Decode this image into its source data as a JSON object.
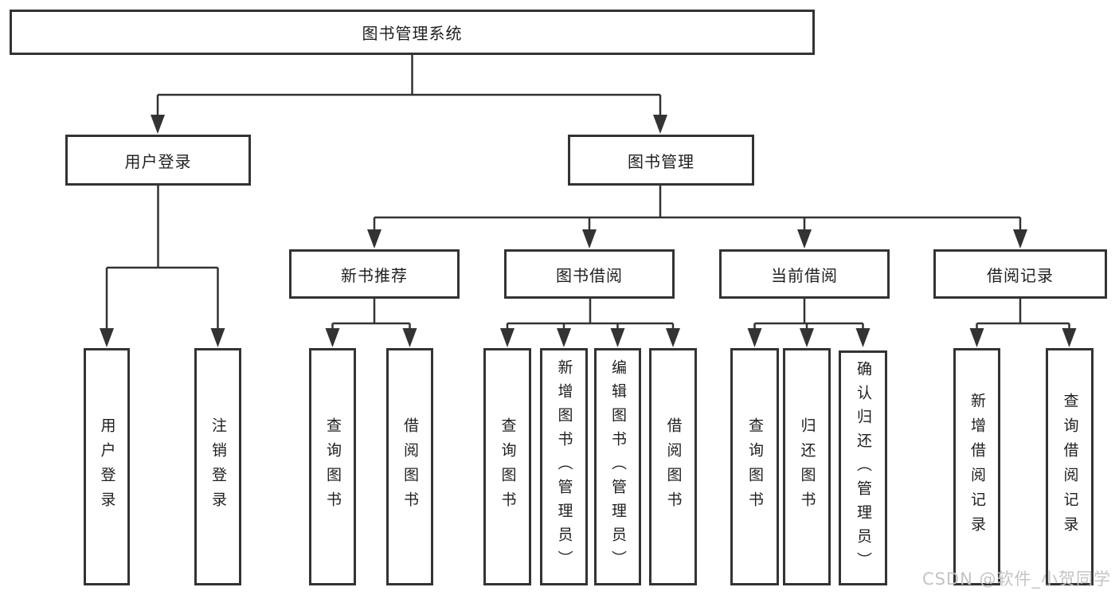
{
  "diagram": {
    "type": "hierarchy-tree",
    "tree": {
      "label": "图书管理系统",
      "children": [
        {
          "label": "用户登录",
          "children": [
            {
              "label": "用户登录"
            },
            {
              "label": "注销登录"
            }
          ]
        },
        {
          "label": "图书管理",
          "children": [
            {
              "label": "新书推荐",
              "children": [
                {
                  "label": "查询图书"
                },
                {
                  "label": "借阅图书"
                }
              ]
            },
            {
              "label": "图书借阅",
              "children": [
                {
                  "label": "查询图书"
                },
                {
                  "label": "新增图书（管理员）"
                },
                {
                  "label": "编辑图书（管理员）"
                },
                {
                  "label": "借阅图书"
                }
              ]
            },
            {
              "label": "当前借阅",
              "children": [
                {
                  "label": "查询图书"
                },
                {
                  "label": "归还图书"
                },
                {
                  "label": "确认归还（管理员）"
                }
              ]
            },
            {
              "label": "借阅记录",
              "children": [
                {
                  "label": "新增借阅记录"
                },
                {
                  "label": "查询借阅记录"
                }
              ]
            }
          ]
        }
      ]
    },
    "colors": {
      "line": "#333333",
      "box_border": "#333333",
      "text": "#1f1f1f",
      "background": "#ffffff",
      "watermark": "#c4c4c4"
    }
  },
  "watermark": "CSDN @软件_小贺同学"
}
